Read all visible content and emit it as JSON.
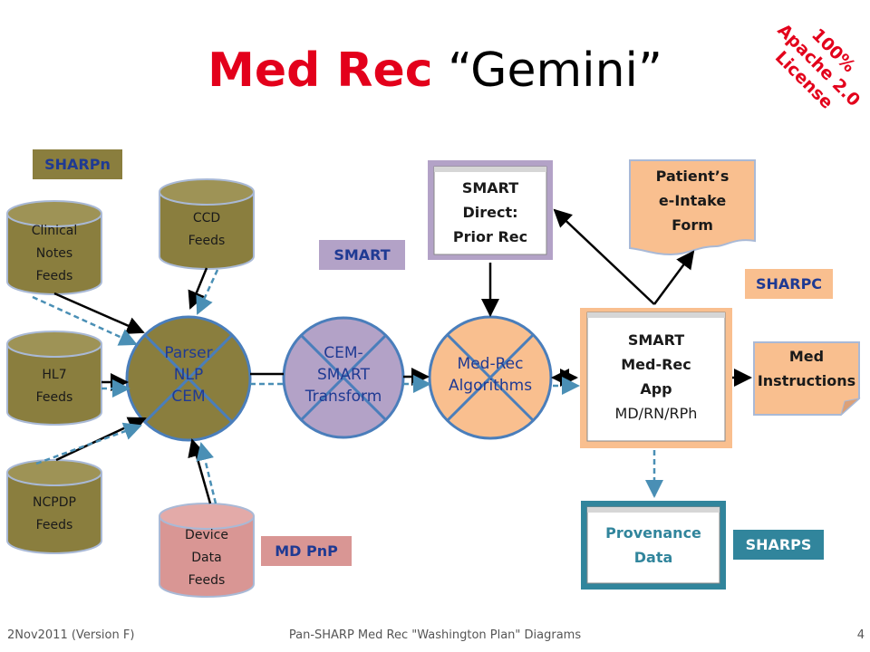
{
  "title": {
    "emphasis": "Med Rec",
    "rest": "“Gemini”"
  },
  "license": "100% Apache 2.0 License",
  "tags": {
    "sharpn": "SHARPn",
    "smart": "SMART",
    "sharpc": "SHARPC",
    "mdpnp": "MD PnP",
    "sharps": "SHARPS"
  },
  "sources": {
    "clinical_notes": [
      "Clinical",
      "Notes",
      "Feeds"
    ],
    "ccd": [
      "CCD",
      "Feeds"
    ],
    "hl7": [
      "HL7",
      "Feeds"
    ],
    "ncpdp": [
      "NCPDP",
      "Feeds"
    ],
    "device": [
      "Device",
      "Data",
      "Feeds"
    ]
  },
  "processes": {
    "parser": [
      "Parser",
      "NLP",
      "CEM"
    ],
    "transform": [
      "CEM-",
      "SMART",
      "Transform"
    ],
    "algorithms": [
      "Med-Rec",
      "Algorithms"
    ]
  },
  "screens": {
    "direct": [
      "SMART",
      "Direct:",
      "Prior Rec"
    ],
    "app": [
      "SMART",
      "Med-Rec",
      "App",
      "MD/RN/RPh"
    ],
    "provenance": [
      "Provenance",
      "Data"
    ]
  },
  "documents": {
    "intake": [
      "Patient’s",
      "e-Intake",
      "Form"
    ],
    "instructions": [
      "Med",
      "Instructions"
    ]
  },
  "footer": {
    "left": "2Nov2011 (Version F)",
    "center": "Pan-SHARP Med Rec \"Washington Plan\" Diagrams",
    "page": "4"
  },
  "colors": {
    "olive": "#8a7e3e",
    "lavender": "#b3a2c7",
    "peach": "#f9bf8f",
    "pink": "#d99694",
    "teal": "#31859c",
    "blue_outline": "#4a7ebb",
    "red": "#e3001b"
  }
}
